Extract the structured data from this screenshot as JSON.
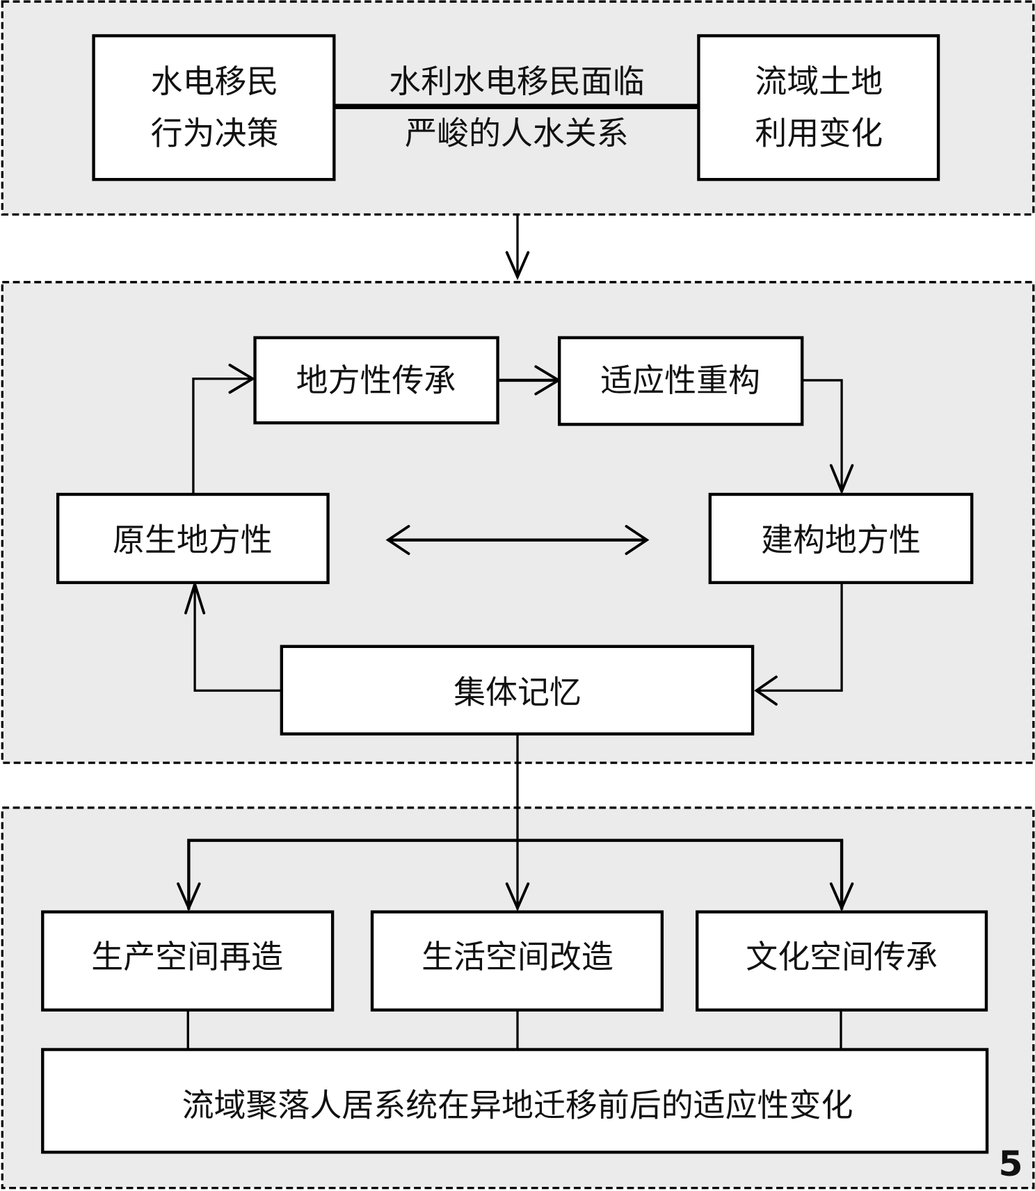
{
  "top": {
    "left_box": [
      "水电移民",
      "行为决策"
    ],
    "connector_label": [
      "水利水电移民面临",
      "严峻的人水关系"
    ],
    "right_box": [
      "流域土地",
      "利用变化"
    ]
  },
  "middle": {
    "inheritance": "地方性传承",
    "reconstruction": "适应性重构",
    "native_locality": "原生地方性",
    "constructed_locality": "建构地方性",
    "collective_memory": "集体记忆"
  },
  "bottom": {
    "spaces": [
      "生产空间再造",
      "生活空间改造",
      "文化空间传承"
    ],
    "summary": "流域聚落人居系统在异地迁移前后的适应性变化"
  },
  "figure_number": "5"
}
